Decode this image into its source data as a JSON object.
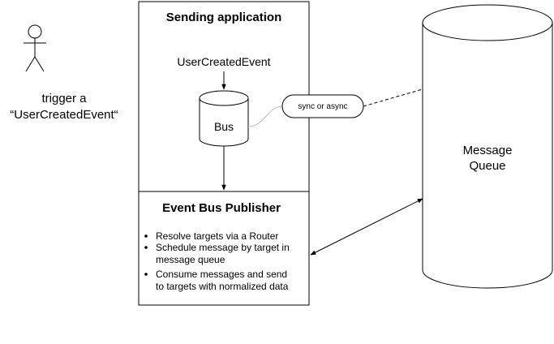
{
  "actor": {
    "caption_line1": "trigger a",
    "caption_line2": "“UserCreatedEvent“"
  },
  "sending_app": {
    "title": "Sending application",
    "event_label": "UserCreatedEvent",
    "bus_label": "Bus"
  },
  "connector": {
    "label": "sync or async"
  },
  "publisher": {
    "title": "Event Bus Publisher",
    "items": [
      {
        "line1": "Resolve targets via a Router",
        "line2": ""
      },
      {
        "line1": "Schedule message by target in",
        "line2": "message queue"
      },
      {
        "line1": "Consume messages and send",
        "line2": "to targets with normalized data"
      }
    ]
  },
  "queue": {
    "label_line1": "Message",
    "label_line2": "Queue"
  },
  "colors": {
    "stroke": "#000000",
    "connector_stroke": "#bbbbbb",
    "background": "#ffffff"
  }
}
